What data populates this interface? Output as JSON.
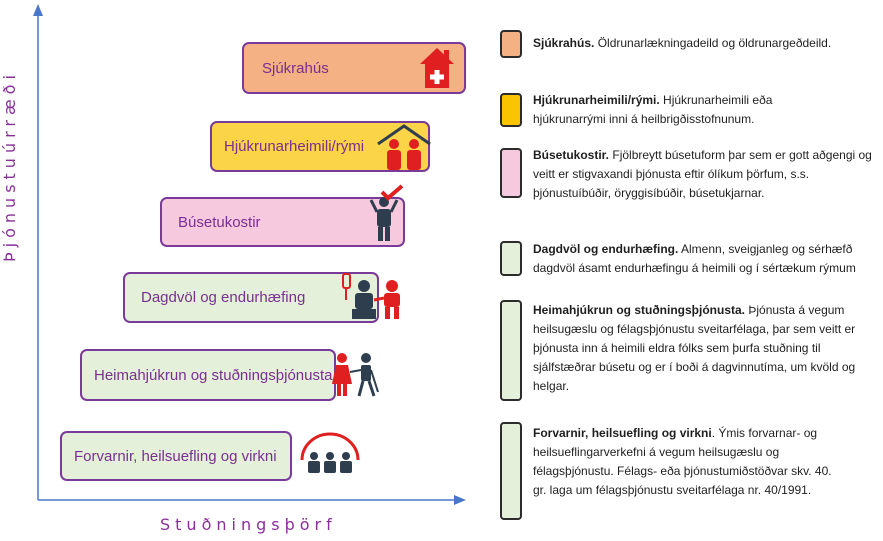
{
  "axes": {
    "y_title": "Þjónustuúrræði",
    "x_title": "Stuðningsþörf"
  },
  "levels": [
    {
      "label": "Sjúkrahús",
      "color": "#f3b184",
      "icon": "hospital-icon"
    },
    {
      "label": "Hjúkrunarheimili/rými",
      "color": "#fbd448",
      "icon": "nursing-home-icon"
    },
    {
      "label": "Búsetukostir",
      "color": "#f7c9de",
      "icon": "housing-checkmark-icon"
    },
    {
      "label": "Dagdvöl og endurhæfing",
      "color": "#e4f0d9",
      "icon": "rehabilitation-icon"
    },
    {
      "label": "Heimahjúkrun og stuðningsþjónusta",
      "color": "#e4f0d9",
      "icon": "home-care-icon"
    },
    {
      "label": "Forvarnir, heilsuefling og virkni",
      "color": "#e4f0d9",
      "icon": "community-umbrella-icon"
    }
  ],
  "legend": [
    {
      "color": "#f3b184",
      "title": "Sjúkrahús.",
      "text": " Öldrunarlækningadeild  og öldrunargeðdeild."
    },
    {
      "color": "#fbc400",
      "title": "Hjúkrunarheimili/rými.",
      "text": "  Hjúkrunarheimili  eða hjúkrunarrými inni á heilbrigðisstofnunum."
    },
    {
      "color": "#f7c9de",
      "title": "Búsetukostir.",
      "text": " Fjölbreytt búsetuform þar sem er gott aðgengi og veitt er stigvaxandi þjónusta eftir ólíkum þörfum, s.s. þjónustuíbúðir, öryggisíbúðir, búsetukjarnar."
    },
    {
      "color": "#e4f0d9",
      "title": "Dagdvöl og endurhæfing.",
      "text": " Almenn, sveigjanleg og sérhæfð dagdvöl ásamt endurhæfingu á heimili og í sértækum rýmum"
    },
    {
      "color": "#e4f0d9",
      "title": "Heimahjúkrun og stuðningsþjónusta.",
      "text": " Þjónusta á vegum heilsugæslu og félagsþjónustu sveitarfélaga, þar sem veitt er þjónusta inn á heimili eldra fólks sem þurfa stuðning til sjálfstæðrar búsetu og er í boði á dagvinnutíma, um kvöld og helgar."
    },
    {
      "color": "#e4f0d9",
      "title": "Forvarnir, heilsuefling og virkni",
      "text": ". Ýmis forvarnar- og heilsueflingarverkefni á vegum heilsugæslu og félagsþjónustu. Félags- eða þjónustumiðstöðvar skv. 40. gr. laga um félagsþjónustu sveitarfélaga nr. 40/1991."
    }
  ],
  "colors": {
    "axis": "#4a78c8",
    "border": "#7a3a9a",
    "text_purple": "#7a2f92",
    "icon_red": "#e02020",
    "icon_dark": "#2e3e4e"
  }
}
